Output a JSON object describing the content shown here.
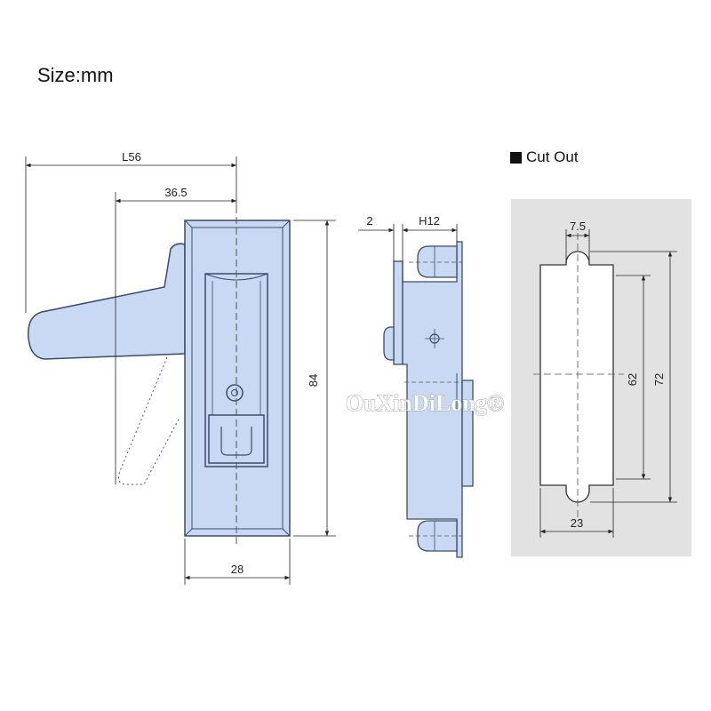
{
  "header": {
    "size_label": "Size:mm"
  },
  "cutout": {
    "title": "Cut Out"
  },
  "dims": {
    "l56": "L56",
    "d36_5": "36.5",
    "d84": "84",
    "d28": "28",
    "d2": "2",
    "h12": "H12",
    "d7_5": "7.5",
    "d62": "62",
    "d72": "72",
    "d23": "23"
  },
  "watermark": "OuXinDiLong®",
  "colors": {
    "body_fill": "#c9d9f3",
    "outline": "#3a4d6a",
    "cutout_bg": "#e2e2e2"
  }
}
